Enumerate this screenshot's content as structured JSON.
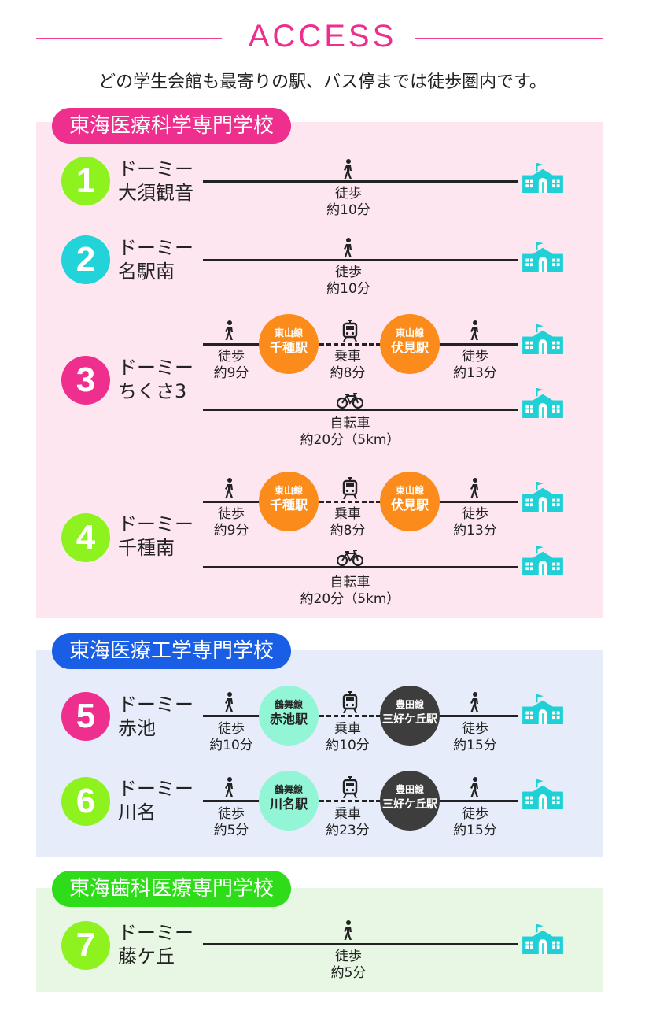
{
  "header": {
    "title": "ACCESS",
    "intro": "どの学生会館も最寄りの駅、バス停までは徒歩圏内です。"
  },
  "colors": {
    "pink": "#ee2f8e",
    "blue": "#1a5ee6",
    "green": "#2edc1a",
    "lime": "#8df21e",
    "cyan": "#22d4d9",
    "orange": "#fb8c1c",
    "mint": "#92f5d5",
    "dark": "#3d3d3d",
    "panel_pink": "#fde6ef",
    "panel_blue": "#e6ecf9",
    "panel_green": "#e8f7e4"
  },
  "schools": [
    {
      "name": "東海医療科学専門学校"
    },
    {
      "name": "東海医療工学専門学校"
    },
    {
      "name": "東海歯科医療専門学校"
    }
  ],
  "routes": [
    {
      "num": "1",
      "dorm_prefix": "ドーミー",
      "dorm": "大須観音",
      "mode": "徒歩",
      "time": "約10分"
    },
    {
      "num": "2",
      "dorm_prefix": "ドーミー",
      "dorm": "名駅南",
      "mode": "徒歩",
      "time": "約10分"
    },
    {
      "num": "3",
      "dorm_prefix": "ドーミー",
      "dorm": "ちくさ3",
      "walk1": {
        "mode": "徒歩",
        "time": "約9分"
      },
      "station1": {
        "line": "東山線",
        "name": "千種駅"
      },
      "train": {
        "mode": "乗車",
        "time": "約8分"
      },
      "station2": {
        "line": "東山線",
        "name": "伏見駅"
      },
      "walk2": {
        "mode": "徒歩",
        "time": "約13分"
      },
      "bike": {
        "mode": "自転車",
        "time": "約20分（5km）"
      }
    },
    {
      "num": "4",
      "dorm_prefix": "ドーミー",
      "dorm": "千種南",
      "walk1": {
        "mode": "徒歩",
        "time": "約9分"
      },
      "station1": {
        "line": "東山線",
        "name": "千種駅"
      },
      "train": {
        "mode": "乗車",
        "time": "約8分"
      },
      "station2": {
        "line": "東山線",
        "name": "伏見駅"
      },
      "walk2": {
        "mode": "徒歩",
        "time": "約13分"
      },
      "bike": {
        "mode": "自転車",
        "time": "約20分（5km）"
      }
    },
    {
      "num": "5",
      "dorm_prefix": "ドーミー",
      "dorm": "赤池",
      "walk1": {
        "mode": "徒歩",
        "time": "約10分"
      },
      "station1": {
        "line": "鶴舞線",
        "name": "赤池駅"
      },
      "train": {
        "mode": "乗車",
        "time": "約10分"
      },
      "station2": {
        "line": "豊田線",
        "name": "三好ケ丘駅"
      },
      "walk2": {
        "mode": "徒歩",
        "time": "約15分"
      }
    },
    {
      "num": "6",
      "dorm_prefix": "ドーミー",
      "dorm": "川名",
      "walk1": {
        "mode": "徒歩",
        "time": "約5分"
      },
      "station1": {
        "line": "鶴舞線",
        "name": "川名駅"
      },
      "train": {
        "mode": "乗車",
        "time": "約23分"
      },
      "station2": {
        "line": "豊田線",
        "name": "三好ケ丘駅"
      },
      "walk2": {
        "mode": "徒歩",
        "time": "約15分"
      }
    },
    {
      "num": "7",
      "dorm_prefix": "ドーミー",
      "dorm": "藤ケ丘",
      "mode": "徒歩",
      "time": "約5分"
    }
  ]
}
